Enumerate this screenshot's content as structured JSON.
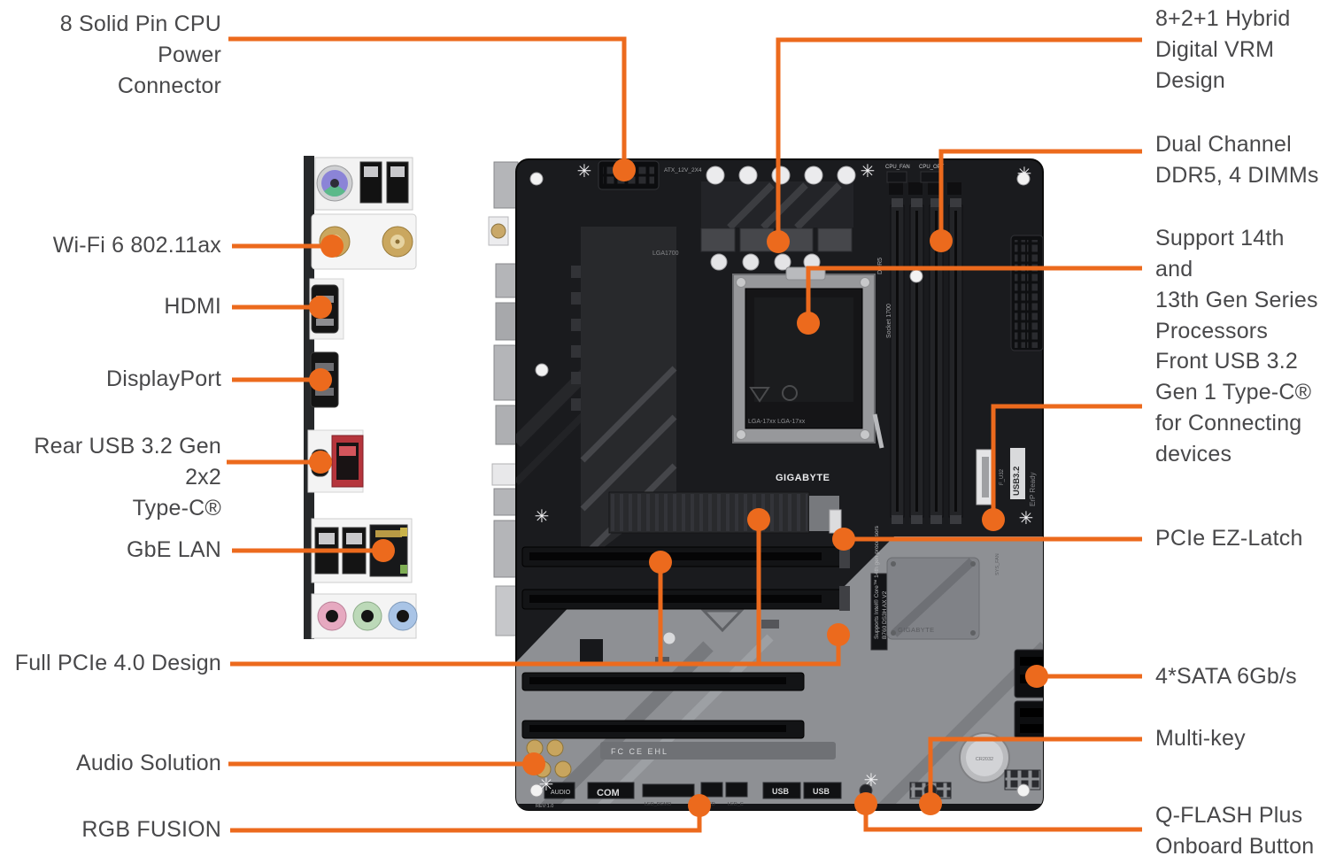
{
  "accent": "#EC6A1D",
  "callouts": {
    "left": [
      {
        "id": "cpu-power",
        "text": "8 Solid Pin CPU Power\nConnector"
      },
      {
        "id": "wifi",
        "text": "Wi-Fi 6 802.11ax"
      },
      {
        "id": "hdmi",
        "text": "HDMI"
      },
      {
        "id": "displayport",
        "text": "DisplayPort"
      },
      {
        "id": "rear-usb",
        "text": "Rear USB 3.2 Gen 2x2\nType-C®"
      },
      {
        "id": "gbe-lan",
        "text": "GbE LAN"
      },
      {
        "id": "full-pcie",
        "text": "Full PCIe 4.0 Design"
      },
      {
        "id": "audio",
        "text": "Audio Solution"
      },
      {
        "id": "rgb-fusion",
        "text": "RGB FUSION"
      }
    ],
    "right": [
      {
        "id": "vrm",
        "text": "8+2+1 Hybrid\nDigital VRM\nDesign"
      },
      {
        "id": "ddr5",
        "text": "Dual Channel\nDDR5, 4 DIMMs"
      },
      {
        "id": "cpu-support",
        "text": "Support 14th and\n13th Gen Series\nProcessors"
      },
      {
        "id": "front-usb",
        "text": "Front USB 3.2\nGen 1 Type-C®\nfor Connecting\ndevices"
      },
      {
        "id": "ez-latch",
        "text": "PCIe EZ-Latch"
      },
      {
        "id": "sata",
        "text": "4*SATA 6Gb/s"
      },
      {
        "id": "multi-key",
        "text": "Multi-key"
      },
      {
        "id": "q-flash",
        "text": "Q-FLASH Plus\nOnboard Button"
      }
    ]
  },
  "board_markings": {
    "brand_logo": "GIGABYTE",
    "atx12v": "ATX_12V_2X4",
    "lga": "LGA1700",
    "cpu_fan": "CPU_FAN",
    "cpu_opt": "CPU_OPT",
    "socket": "Socket 1700",
    "ddr5": "DDR5",
    "supports": "Supports Intel® Core™ 14th gen processors",
    "model_side": "B760 DS3H AX V2",
    "usb32": "USB3.2",
    "erp": "ErP Ready",
    "fu32": "F_U32",
    "sys_fan": "SYS_FAN",
    "socket_cover": "LGA-17xx  LGA-17xx",
    "battery": "CR2032",
    "audio_hdr": "AUDIO",
    "com_hdr": "COM",
    "led_demo": "LED_DEMO",
    "d_led": "D_LED",
    "led_c": "LED_C",
    "usb_hdr": "USB",
    "rev": "REV:1.0",
    "chipset_logo": "GIGABYTE",
    "certs": "FC CE EHL"
  },
  "icons": {
    "fan_header": "✳"
  }
}
